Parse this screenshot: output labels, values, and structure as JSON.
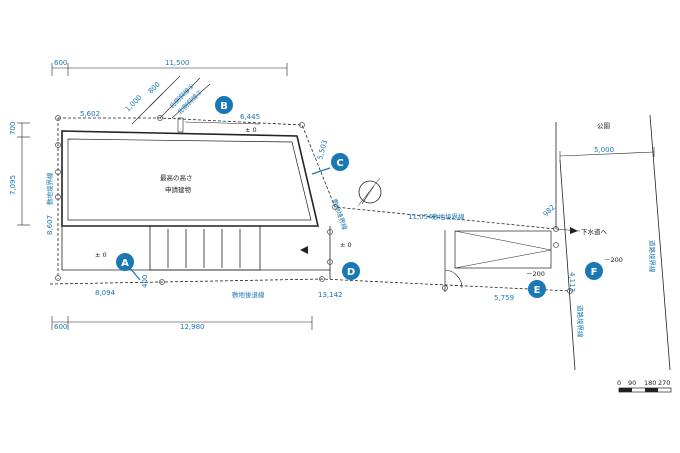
{
  "markers": {
    "a": "A",
    "b": "B",
    "c": "C",
    "d": "D",
    "e": "E",
    "f": "F"
  },
  "dimensions": {
    "top_left": "600",
    "top_total": "11,500",
    "upper_left": "5,602",
    "upper_right": "6,445",
    "oblique_1": "1,000",
    "oblique_2": "800",
    "left_700": "700",
    "left_7095": "7,095",
    "left_8607": "8,607",
    "c_dim": "5,503",
    "mid_11054": "11,054",
    "small_982": "982",
    "road_5000": "5,000",
    "lower_8094": "8,094",
    "lower_13142": "13,142",
    "lower_5759": "5,759",
    "bottom_600": "600",
    "bottom_12980": "12,980",
    "small_4113": "4,113",
    "small_400": "400"
  },
  "labels": {
    "park": "公園",
    "north_line_1": "北側斜線①",
    "north_line_2": "北側斜線②",
    "max_height_1": "最高の高さ",
    "max_height_2": "申請建物",
    "site_boundary_left": "敷地境界線",
    "site_boundary_right": "敷地境界線",
    "site_boundary_mid": "敷地境界線",
    "site_road_line": "敷地後退線",
    "road_boundary_1": "道路境界線",
    "road_boundary_2": "道路境界線",
    "sewer": "下水道へ"
  },
  "levels": {
    "top": "± 0",
    "left": "± 0",
    "right": "± 0",
    "minus1": "－200",
    "minus2": "－200"
  },
  "scale": {
    "t0": "0",
    "t1": "90",
    "t2": "180",
    "t3": "270"
  },
  "colors": {
    "accent": "#1a78b4",
    "line": "#222222"
  }
}
